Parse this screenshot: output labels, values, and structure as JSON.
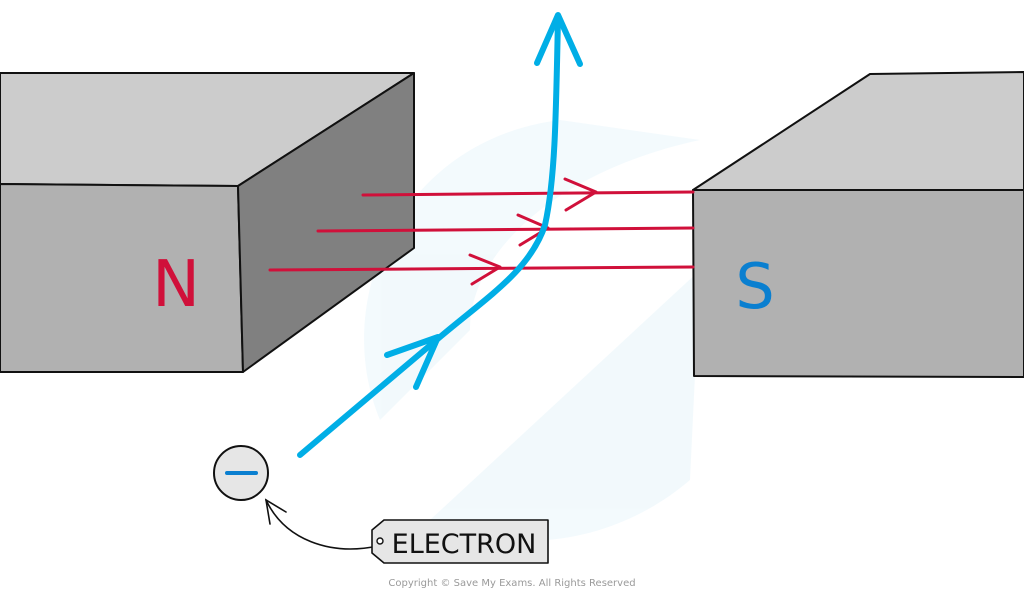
{
  "diagram": {
    "title": "Electron moving through a magnetic field between N and S poles",
    "magnets": {
      "north": {
        "label": "N",
        "label_color": "#d0103a"
      },
      "south": {
        "label": "S",
        "label_color": "#0a7fd0"
      }
    },
    "field_lines": {
      "count": 3,
      "direction": "N to S",
      "color": "#d0103a"
    },
    "electron_path": {
      "color": "#00aee6",
      "description": "deflected upward"
    },
    "electron": {
      "symbol": "−",
      "symbol_color": "#0a7fd0"
    },
    "tag": {
      "text": "ELECTRON"
    },
    "colors": {
      "magnet_front": "#b1b1b1",
      "magnet_top": "#cccccc",
      "magnet_side": "#808080",
      "outline": "#111111"
    },
    "copyright": "Copyright © Save My Exams. All Rights Reserved"
  }
}
